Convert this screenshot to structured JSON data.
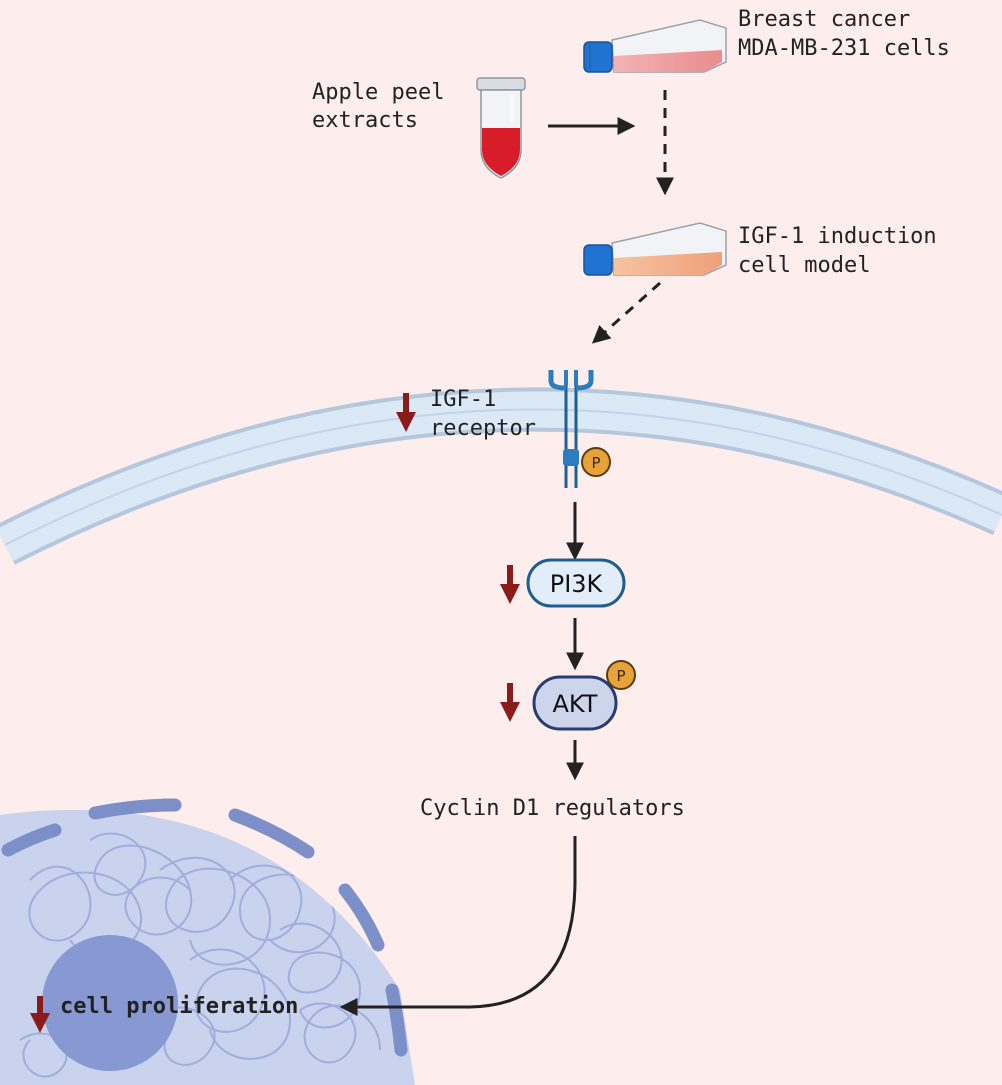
{
  "labels": {
    "apple_line1": "Apple peel",
    "apple_line2": "extracts",
    "cells_line1": "Breast cancer",
    "cells_line2": "MDA-MB-231 cells",
    "model_line1": "IGF-1 induction",
    "model_line2": "cell model",
    "receptor_line1": "IGF-1",
    "receptor_line2": "receptor",
    "pi3k": "PI3K",
    "akt": "AKT",
    "cyclin": "Cyclin D1 regulators",
    "proliferation": "cell proliferation",
    "phospho": "P"
  },
  "icons": {
    "tube": "test-tube-icon",
    "flask": "cell-culture-flask-icon",
    "receptor": "receptor-icon",
    "down_arrow": "down-arrow-icon",
    "phospho": "phosphate-badge-icon"
  },
  "colors": {
    "background": "#fdeeed",
    "membrane_fill": "#d8e6f4",
    "membrane_edge": "#b4c7dc",
    "node_fill": "#e3edf9",
    "node_edge": "#1f5d8f",
    "akt_fill": "#cdd5ec",
    "akt_edge": "#283c70",
    "phospho_fill": "#e8a23a",
    "down_arrow": "#8b1a1a",
    "nucleus": "#c8d2ee",
    "nucleus_edge": "#7d8fc9",
    "nucleolus": "#8798d3",
    "text": "#222222"
  }
}
